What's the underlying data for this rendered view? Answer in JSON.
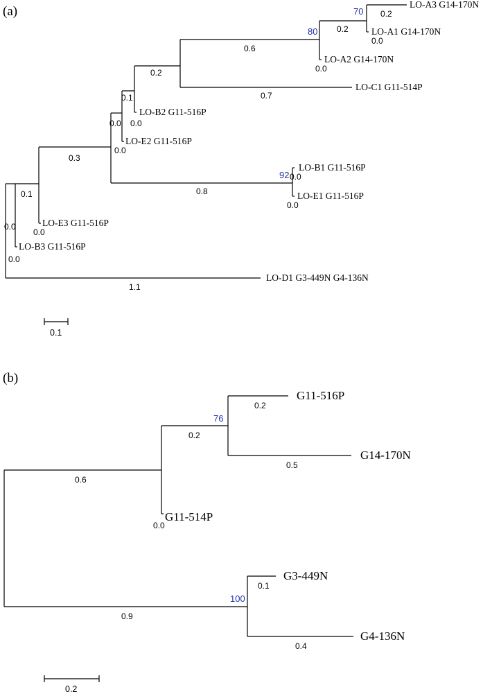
{
  "panel_a": {
    "label": "(a)",
    "leaves": [
      "LO-A3 G14-170N",
      "LO-A1 G14-170N",
      "LO-A2 G14-170N",
      "LO-C1 G11-514P",
      "LO-B2 G11-516P",
      "LO-E2 G11-516P",
      "LO-B1 G11-516P",
      "LO-E1 G11-516P",
      "LO-E3 G11-516P",
      "LO-B3 G11-516P",
      "LO-D1 G3-449N G4-136N"
    ],
    "branch_lengths": [
      "0.2",
      "0.0",
      "0.2",
      "0.0",
      "0.6",
      "0.7",
      "0.2",
      "0.0",
      "0.1",
      "0.0",
      "0.0",
      "0.3",
      "0.0",
      "0.0",
      "0.8",
      "0.0",
      "0.1",
      "0.0",
      "0.0",
      "1.1"
    ],
    "bootstrap": [
      "70",
      "80",
      "92"
    ],
    "scale_label": "0.1"
  },
  "panel_b": {
    "label": "(b)",
    "leaves": [
      "G11-516P",
      "G14-170N",
      "G11-514P",
      "G3-449N",
      "G4-136N"
    ],
    "branch_lengths": [
      "0.2",
      "0.5",
      "0.2",
      "0.0",
      "0.6",
      "0.1",
      "0.4",
      "0.9"
    ],
    "bootstrap": [
      "76",
      "100"
    ],
    "scale_label": "0.2"
  }
}
